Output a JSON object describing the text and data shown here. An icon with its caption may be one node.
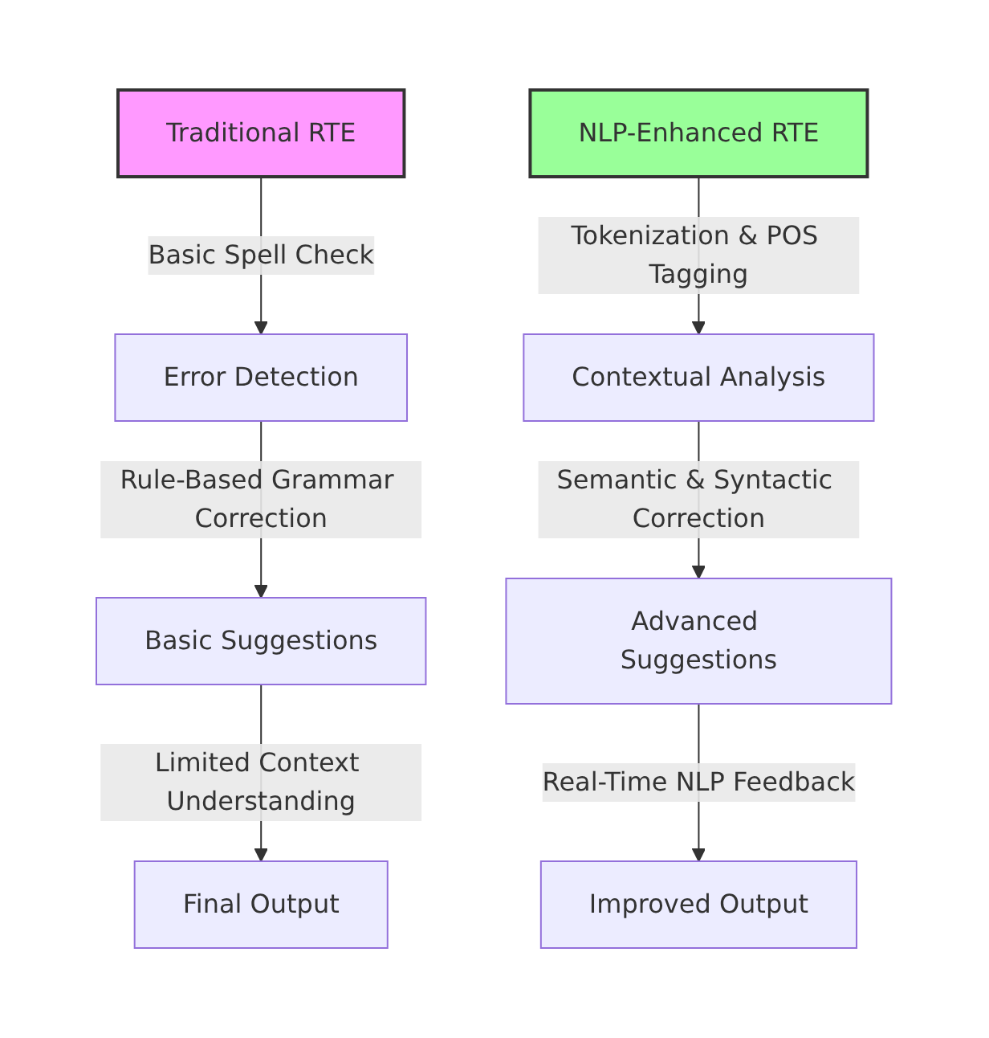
{
  "diagram": {
    "nodes": [
      {
        "text": [
          "Traditional RTE"
        ]
      },
      {
        "text": [
          "Error Detection"
        ]
      },
      {
        "text": [
          "Basic Suggestions"
        ]
      },
      {
        "text": [
          "Final Output"
        ]
      },
      {
        "text": [
          "NLP-Enhanced RTE"
        ]
      },
      {
        "text": [
          "Contextual Analysis"
        ]
      },
      {
        "text": [
          "Advanced Suggestions"
        ]
      },
      {
        "text": [
          "Improved Output"
        ]
      }
    ],
    "edges": [
      {
        "from": 0,
        "to": 1,
        "arrow": "to",
        "label": "Basic Spell Check"
      },
      {
        "from": 1,
        "to": 2,
        "arrow": "to",
        "label": "Rule-Based Grammar Correction"
      },
      {
        "from": 2,
        "to": 3,
        "arrow": "to",
        "label": "Limited Context Understanding"
      },
      {
        "from": 4,
        "to": 5,
        "arrow": "to",
        "label": "Tokenization & POS Tagging"
      },
      {
        "from": 5,
        "to": 6,
        "arrow": "to",
        "label": "Semantic & Syntactic Correction"
      },
      {
        "from": 6,
        "to": 7,
        "arrow": "to",
        "label": "Real-Time NLP Feedback"
      }
    ]
  }
}
